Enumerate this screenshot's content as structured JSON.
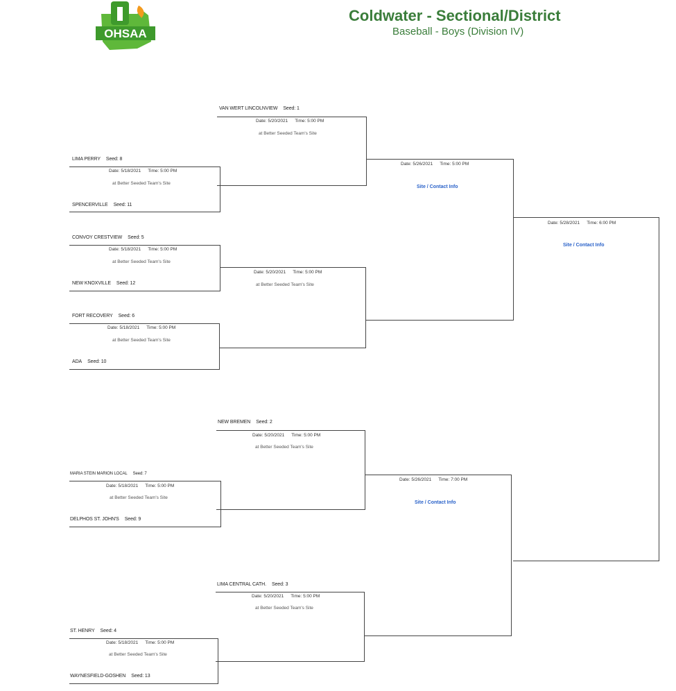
{
  "header": {
    "title": "Coldwater - Sectional/District",
    "subtitle": "Baseball - Boys (Division IV)",
    "logo_text": "OHSAA"
  },
  "colors": {
    "brand_green": "#3a7d3a",
    "link_blue": "#2a62c9"
  },
  "site_default": "at Better Seeded Team's Site",
  "site_link": "Site / Contact Info",
  "teams": {
    "van_wert": {
      "name": "VAN WERT LINCOLNVIEW",
      "seed": "Seed: 1"
    },
    "lima_perry": {
      "name": "LIMA PERRY",
      "seed": "Seed: 8"
    },
    "spencerville": {
      "name": "SPENCERVILLE",
      "seed": "Seed: 11"
    },
    "convoy": {
      "name": "CONVOY CRESTVIEW",
      "seed": "Seed: 5"
    },
    "new_knoxville": {
      "name": "NEW KNOXVILLE",
      "seed": "Seed: 12"
    },
    "fort_recovery": {
      "name": "FORT RECOVERY",
      "seed": "Seed: 6"
    },
    "ada": {
      "name": "ADA",
      "seed": "Seed: 10"
    },
    "new_bremen": {
      "name": "NEW BREMEN",
      "seed": "Seed: 2"
    },
    "maria_stein": {
      "name": "MARIA STEIN MARION LOCAL",
      "seed": "Seed: 7"
    },
    "delphos": {
      "name": "DELPHOS ST. JOHN'S",
      "seed": "Seed: 9"
    },
    "lima_central": {
      "name": "LIMA CENTRAL CATH.",
      "seed": "Seed: 3"
    },
    "st_henry": {
      "name": "ST. HENRY",
      "seed": "Seed: 4"
    },
    "waynesfield": {
      "name": "WAYNESFIELD-GOSHEN",
      "seed": "Seed: 13"
    }
  },
  "games": {
    "r1a": {
      "date": "Date: 5/18/2021",
      "time": "Time: 5:00 PM"
    },
    "r1b": {
      "date": "Date: 5/18/2021",
      "time": "Time: 5:00 PM"
    },
    "r1c": {
      "date": "Date: 5/18/2021",
      "time": "Time: 5:00 PM"
    },
    "r1d": {
      "date": "Date: 5/18/2021",
      "time": "Time: 5:00 PM"
    },
    "r1e": {
      "date": "Date: 5/18/2021",
      "time": "Time: 5:00 PM"
    },
    "r2a": {
      "date": "Date: 5/20/2021",
      "time": "Time: 5:00 PM"
    },
    "r2b": {
      "date": "Date: 5/20/2021",
      "time": "Time: 5:00 PM"
    },
    "r2c": {
      "date": "Date: 5/20/2021",
      "time": "Time: 5:00 PM"
    },
    "r2d": {
      "date": "Date: 5/20/2021",
      "time": "Time: 5:00 PM"
    },
    "r3a": {
      "date": "Date: 5/26/2021",
      "time": "Time: 5:00 PM"
    },
    "r3b": {
      "date": "Date: 5/26/2021",
      "time": "Time: 7:00 PM"
    },
    "final": {
      "date": "Date: 5/28/2021",
      "time": "Time: 6:00 PM"
    }
  }
}
